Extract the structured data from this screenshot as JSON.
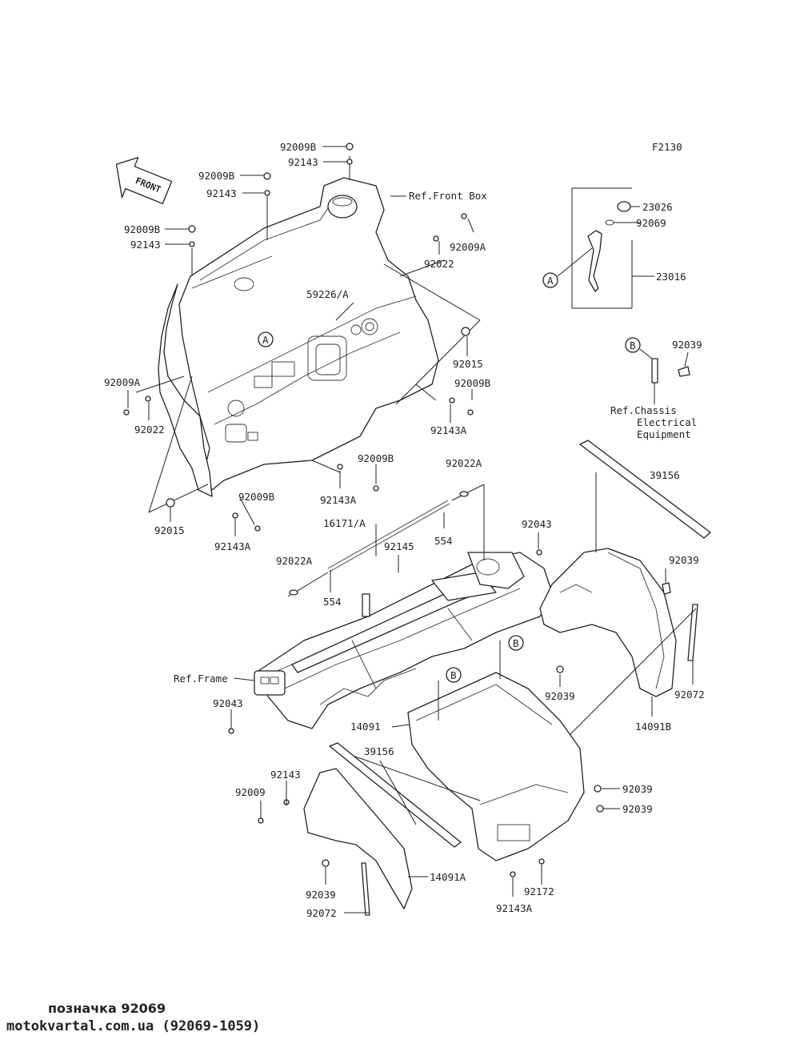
{
  "diagram": {
    "figure_code": "F2130",
    "front_marker": "FRONT",
    "callouts": [
      {
        "id": "A",
        "label": "A"
      },
      {
        "id": "B",
        "label": "B"
      }
    ],
    "labels": {
      "p92009B_1": "92009B",
      "p92143_1": "92143",
      "p92009B_2": "92009B",
      "p92143_2": "92143",
      "p92009B_3": "92009B",
      "p92143_3": "92143",
      "ref_front_box": "Ref.Front Box",
      "p92022_1": "92022",
      "p92009A_1": "92009A",
      "p59226A": "59226/A",
      "p92015_1": "92015",
      "p92009B_4": "92009B",
      "p92143A_1": "92143A",
      "p92009A_2": "92009A",
      "p92022_2": "92022",
      "p92009B_5": "92009B",
      "p92143A_2": "92143A",
      "p92015_2": "92015",
      "p92009B_6": "92009B",
      "p92143A_3": "92143A",
      "p92022A_1": "92022A",
      "p16171A": "16171/A",
      "p554_1": "554",
      "p554_2": "554",
      "p92145": "92145",
      "p92022A_2": "92022A",
      "p92043_1": "92043",
      "p92043_2": "92043",
      "ref_frame": "Ref.Frame",
      "p23026": "23026",
      "p92069": "92069",
      "p23016": "23016",
      "p92039_1": "92039",
      "ref_chassis_1": "Ref.Chassis",
      "ref_chassis_2": "Electrical",
      "ref_chassis_3": "Equipment",
      "p39156_1": "39156",
      "p92039_2": "92039",
      "p92039_3": "92039",
      "p92072_1": "92072",
      "p14091B": "14091B",
      "p14091": "14091",
      "p39156_2": "39156",
      "p92143_4": "92143",
      "p92009": "92009",
      "p92039_4": "92039",
      "p92039_5": "92039",
      "p14091A": "14091A",
      "p92039_6": "92039",
      "p92072_2": "92072",
      "p92172": "92172",
      "p92143A_4": "92143A"
    }
  },
  "caption": {
    "line1": "позначка 92069",
    "line2": "motokvartal.com.ua (92069-1059)"
  }
}
